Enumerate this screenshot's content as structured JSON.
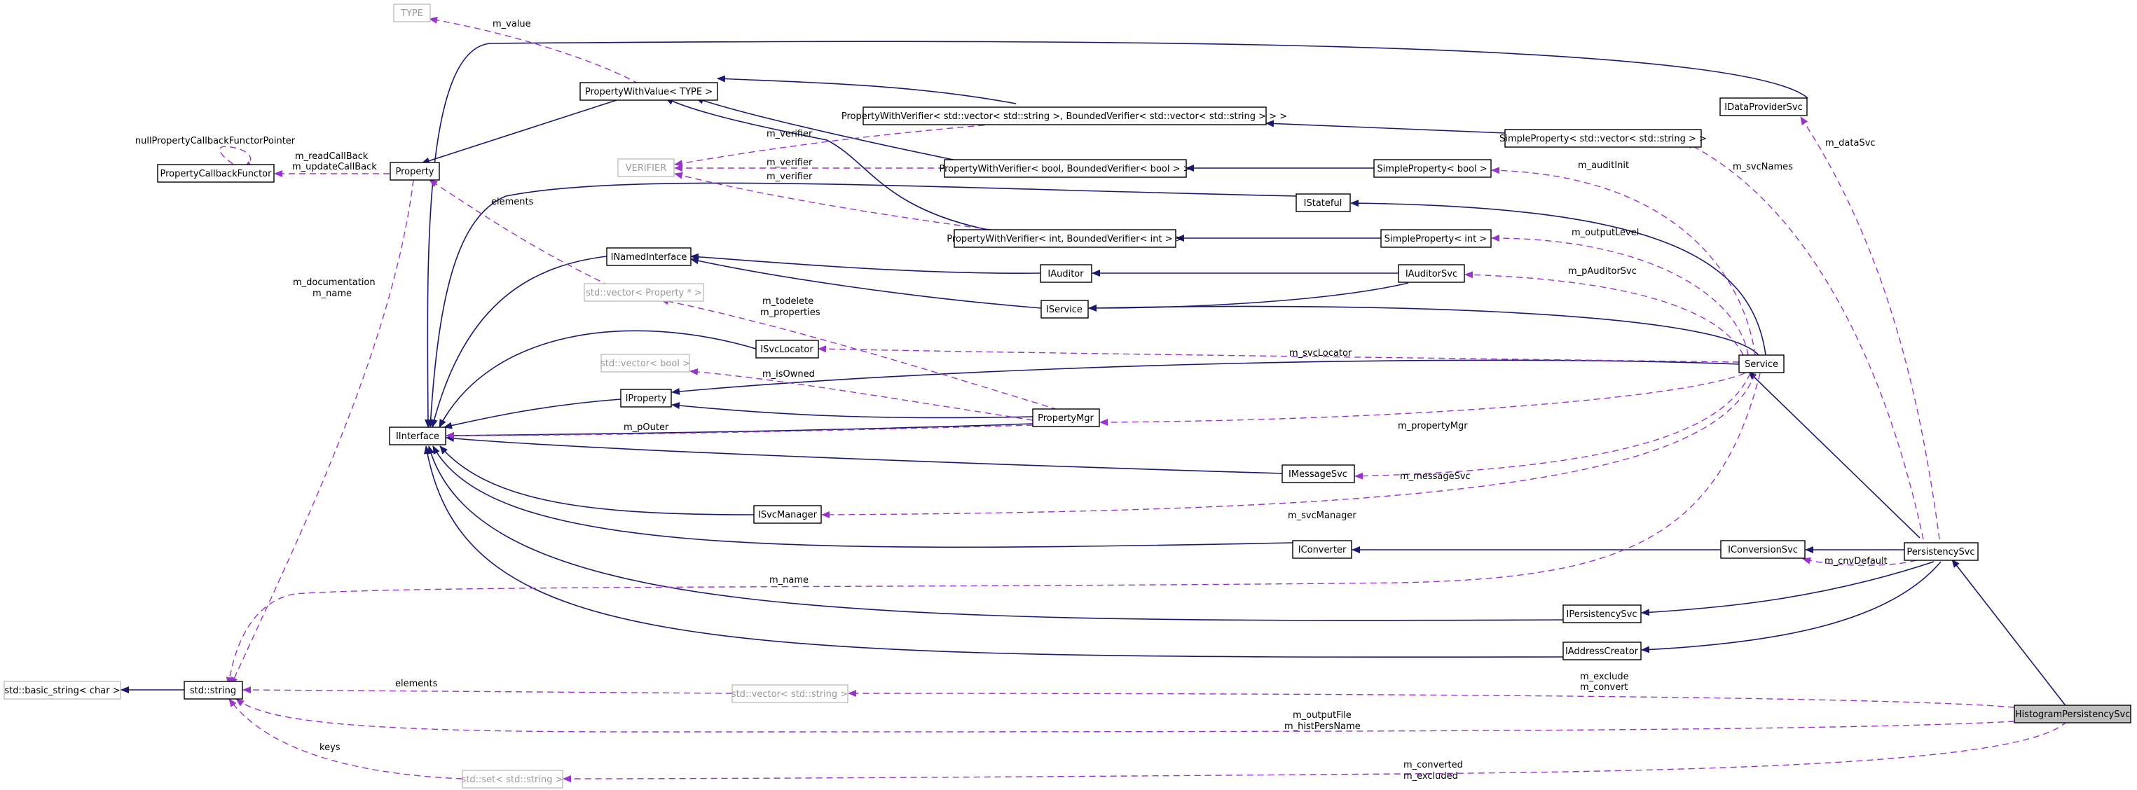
{
  "nodes": {
    "type": "TYPE",
    "pwv_type": "PropertyWithValue< TYPE >",
    "pwv_vecstr": "PropertyWithVerifier< std::vector< std::string >, BoundedVerifier< std::vector< std::string > > >",
    "idataprovidersvc": "IDataProviderSvc",
    "null_pcf_ptr": "nullPropertyCallbackFunctorPointer",
    "property_callback_functor": "PropertyCallbackFunctor",
    "property": "Property",
    "simpleprop_vecstr": "SimpleProperty< std::vector< std::string > >",
    "verifier": "VERIFIER",
    "pwv_bool": "PropertyWithVerifier< bool, BoundedVerifier< bool > >",
    "simpleprop_bool": "SimpleProperty< bool >",
    "istateful": "IStateful",
    "pwv_int": "PropertyWithVerifier< int, BoundedVerifier< int > >",
    "simpleprop_int": "SimpleProperty< int >",
    "inamedinterface": "INamedInterface",
    "iauditor": "IAuditor",
    "iauditorsvc": "IAuditorSvc",
    "vec_property_ptr": "std::vector< Property * >",
    "iservice": "IService",
    "isvclocator": "ISvcLocator",
    "service": "Service",
    "vec_bool": "std::vector< bool >",
    "iproperty": "IProperty",
    "propertymgr": "PropertyMgr",
    "iinterface": "IInterface",
    "imessagesvc": "IMessageSvc",
    "isvcmanager": "ISvcManager",
    "iconverter": "IConverter",
    "iconversionsvc": "IConversionSvc",
    "persistencysvc": "PersistencySvc",
    "ipersistencysvc": "IPersistencySvc",
    "iaddresscreator": "IAddressCreator",
    "basic_string": "std::basic_string< char >",
    "std_string": "std::string",
    "vec_string": "std::vector< std::string >",
    "histogram_persistency_svc": "HistogramPersistencySvc",
    "set_string": "std::set< std::string >"
  },
  "edge_labels": {
    "m_value": "m_value",
    "m_verifier_1": "m_verifier",
    "m_verifier_2": "m_verifier",
    "m_verifier_3": "m_verifier",
    "m_readcallback": "m_readCallBack",
    "m_updatecallback": "m_updateCallBack",
    "elements_property": "elements",
    "m_documentation": "m_documentation",
    "m_name_property": "m_name",
    "m_datasvc": "m_dataSvc",
    "m_svcnames": "m_svcNames",
    "m_auditinit": "m_auditInit",
    "m_outputlevel": "m_outputLevel",
    "m_pauditorsvc": "m_pAuditorSvc",
    "m_todelete": "m_todelete",
    "m_properties": "m_properties",
    "m_svclocator": "m_svcLocator",
    "m_isowned": "m_isOwned",
    "m_pouter": "m_pOuter",
    "m_propertymgr": "m_propertyMgr",
    "m_messagesvc": "m_messageSvc",
    "m_svcmanager": "m_svcManager",
    "m_cnvdefault": "m_cnvDefault",
    "m_name_service": "m_name",
    "elements_string": "elements",
    "m_exclude": "m_exclude",
    "m_convert": "m_convert",
    "m_outputfile": "m_outputFile",
    "m_histpersname": "m_histPersName",
    "keys": "keys",
    "m_converted": "m_converted",
    "m_excluded": "m_excluded"
  },
  "colors": {
    "inheritance_edge": "#191970",
    "usage_edge": "#9a32cd",
    "node_border": "#000000",
    "template_border": "#bfbfbf",
    "highlight_fill": "#bfbfbf"
  }
}
